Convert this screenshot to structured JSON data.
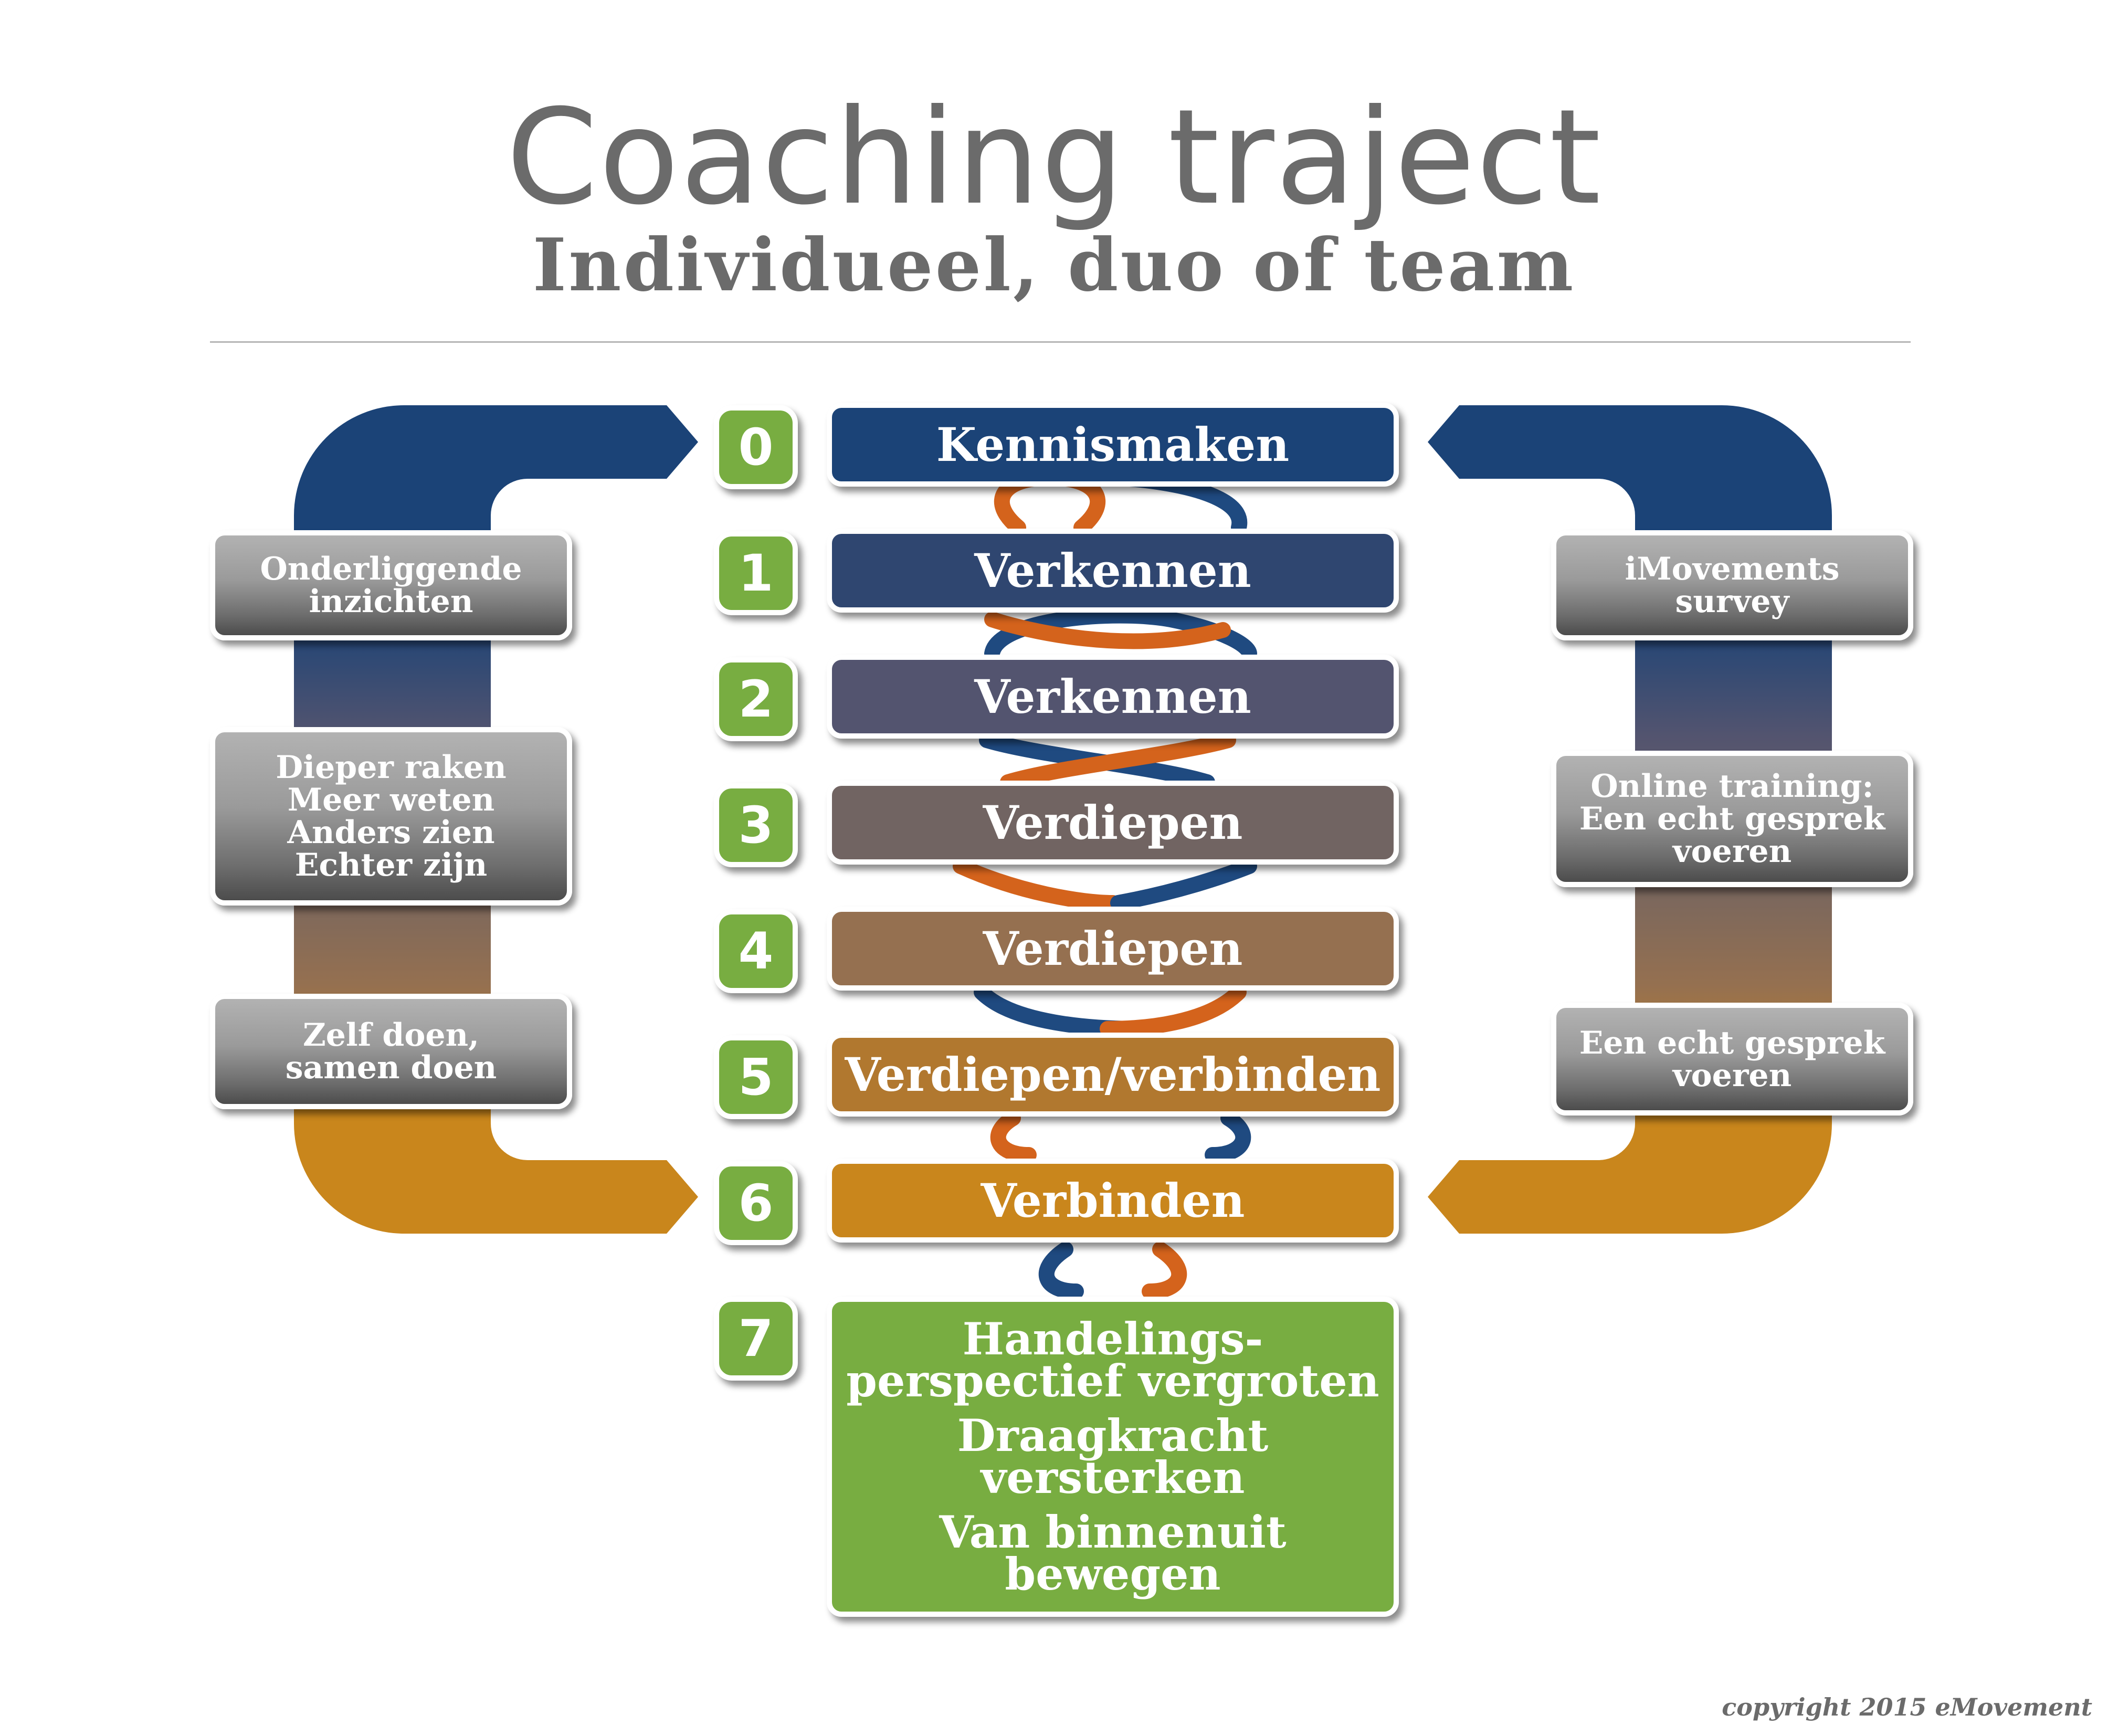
{
  "header": {
    "title": "Coaching traject",
    "subtitle": "Individueel, duo of team"
  },
  "steps": [
    {
      "number": "0",
      "label": "Kennismaken",
      "color": "#1b4377"
    },
    {
      "number": "1",
      "label": "Verkennen",
      "color": "#2f4670"
    },
    {
      "number": "2",
      "label": "Verkennen",
      "color": "#53546f"
    },
    {
      "number": "3",
      "label": "Verdiepen",
      "color": "#716462"
    },
    {
      "number": "4",
      "label": "Verdiepen",
      "color": "#957050"
    },
    {
      "number": "5",
      "label": "Verdiepen/verbinden",
      "color": "#b1782f"
    },
    {
      "number": "6",
      "label": "Verbinden",
      "color": "#c9861c"
    }
  ],
  "final_step": {
    "number": "7",
    "lines": [
      "Handelings-",
      "perspectief vergroten",
      "Draagkracht",
      "versterken",
      "Van binnenuit",
      "bewegen"
    ],
    "color": "#78ad41"
  },
  "left_boxes": [
    {
      "lines": [
        "Onderliggende",
        "inzichten"
      ]
    },
    {
      "lines": [
        "Dieper raken",
        "Meer weten",
        "Anders zien",
        "Echter zijn"
      ]
    },
    {
      "lines": [
        "Zelf doen,",
        "samen doen"
      ]
    }
  ],
  "right_boxes": [
    {
      "lines": [
        "iMovements",
        "survey"
      ]
    },
    {
      "lines": [
        "Online training:",
        "Een echt gesprek",
        "voeren"
      ]
    },
    {
      "lines": [
        "Een echt gesprek",
        "voeren"
      ]
    }
  ],
  "colors": {
    "loop_top": "#1b4377",
    "loop_bottom": "#c9861c",
    "twist_blue": "#1f4a80",
    "twist_orange": "#d4631c",
    "badge_green": "#78ad41",
    "title_gray": "#6b6b6b"
  },
  "footer": {
    "copyright": "copyright 2015 eMovement"
  }
}
